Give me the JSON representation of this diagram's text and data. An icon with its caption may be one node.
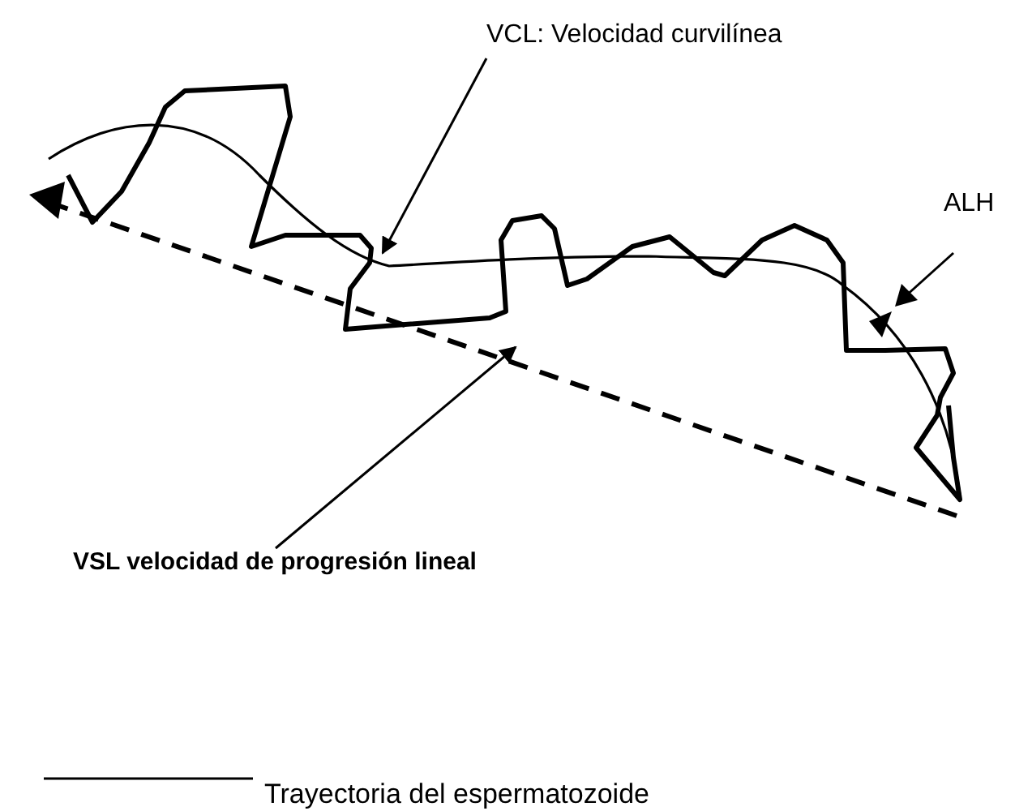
{
  "diagram": {
    "nodes": [
      {
        "text": [
          "VCL: Velocidad curvilínea"
        ]
      },
      {
        "text": [
          "VSL velocidad de progresión lineal"
        ]
      }
    ],
    "edges": [
      {
        "from": 0,
        "to": null,
        "arrow": "to"
      },
      {
        "from": 1,
        "to": null,
        "arrow": "to"
      }
    ],
    "labels": [
      "ALH"
    ],
    "legend": [
      {
        "text": "Trayectoria del espermatozoide"
      }
    ]
  }
}
